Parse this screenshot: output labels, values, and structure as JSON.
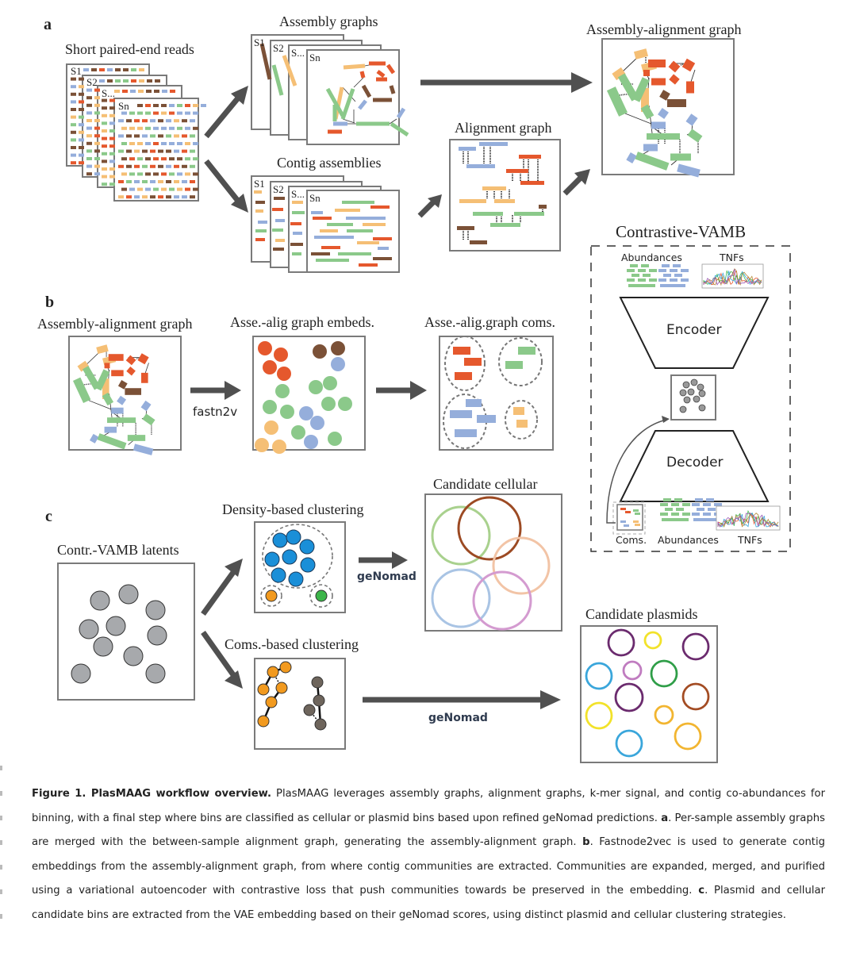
{
  "colors": {
    "blue": "#95aedb",
    "orange": "#f5bf75",
    "brown": "#7b5137",
    "green": "#8bc98a",
    "red": "#e5582d",
    "arrow": "#505050",
    "frame": "#7a7a7a",
    "latent_gray": "#a7a9ac",
    "density_blue": "#1a8fd8",
    "density_orange": "#f29a1f",
    "density_green": "#3cb54a",
    "coms_orange": "#f29a1f",
    "coms_brown": "#6e655c",
    "genomad_text": "#2f3b4f"
  },
  "panel_a": {
    "letter": "a",
    "reads_title": "Short paired-end reads",
    "assembly_graphs_title": "Assembly graphs",
    "contig_assemblies_title": "Contig assemblies",
    "alignment_graph_title": "Alignment graph",
    "assembly_alignment_graph_title": "Assembly-alignment graph",
    "sample_labels": [
      "S1",
      "S2",
      "S...",
      "Sn"
    ]
  },
  "panel_b": {
    "letter": "b",
    "graph_title": "Assembly-alignment graph",
    "embeds_title": "Asse.-alig graph embeds.",
    "coms_title": "Asse.-alig.graph coms.",
    "arrow_label": "fastn2v"
  },
  "vamb": {
    "title": "Contrastive-VAMB",
    "top_abundances": "Abundances",
    "top_tnfs": "TNFs",
    "encoder": "Encoder",
    "decoder": "Decoder",
    "bottom_coms": "Coms.",
    "bottom_abundances": "Abundances",
    "bottom_tnfs": "TNFs"
  },
  "panel_c": {
    "letter": "c",
    "latents_title": "Contr.-VAMB latents",
    "density_title": "Density-based clustering",
    "coms_title": "Coms.-based clustering",
    "cellular_title": "Candidate cellular",
    "plasmids_title": "Candidate plasmids",
    "genomad_label_1": "geNomad",
    "genomad_label_2": "geNomad",
    "cellular_circle_colors": [
      "#a9d18e",
      "#9c4a23",
      "#f2c4a6",
      "#a9c4e4",
      "#d49bd0"
    ],
    "plasmid_circle_colors": [
      "#6b2b6e",
      "#f2e22a",
      "#6b2b6e",
      "#3aa6db",
      "#c07cc0",
      "#2f9e48",
      "#a34c23",
      "#6b2b6e",
      "#f2b530",
      "#f2e22a",
      "#3aa6db",
      "#f2b530"
    ]
  },
  "caption": {
    "figure_label": "Figure 1. PlasMAAG workflow overview.",
    "intro": " PlasMAAG leverages assembly graphs, alignment graphs, k-mer signal, and contig co-abundances for binning, with a final step where bins are classified as cellular or plasmid bins based upon refined geNomad predictions. ",
    "a_label": "a",
    "a_text": ". Per-sample assembly graphs are merged with the between-sample alignment graph, generating the assembly-alignment graph. ",
    "b_label": "b",
    "b_text": ". Fastnode2vec is used to generate contig embeddings from the assembly-alignment graph, from where contig communities are extracted. Communities are expanded, merged, and purified using a variational autoencoder with contrastive loss that push communities towards be preserved in the embedding. ",
    "c_label": "c",
    "c_text": ". Plasmid and cellular candidate bins are extracted from the VAE embedding based on their geNomad scores, using distinct plasmid and cellular clustering strategies."
  }
}
